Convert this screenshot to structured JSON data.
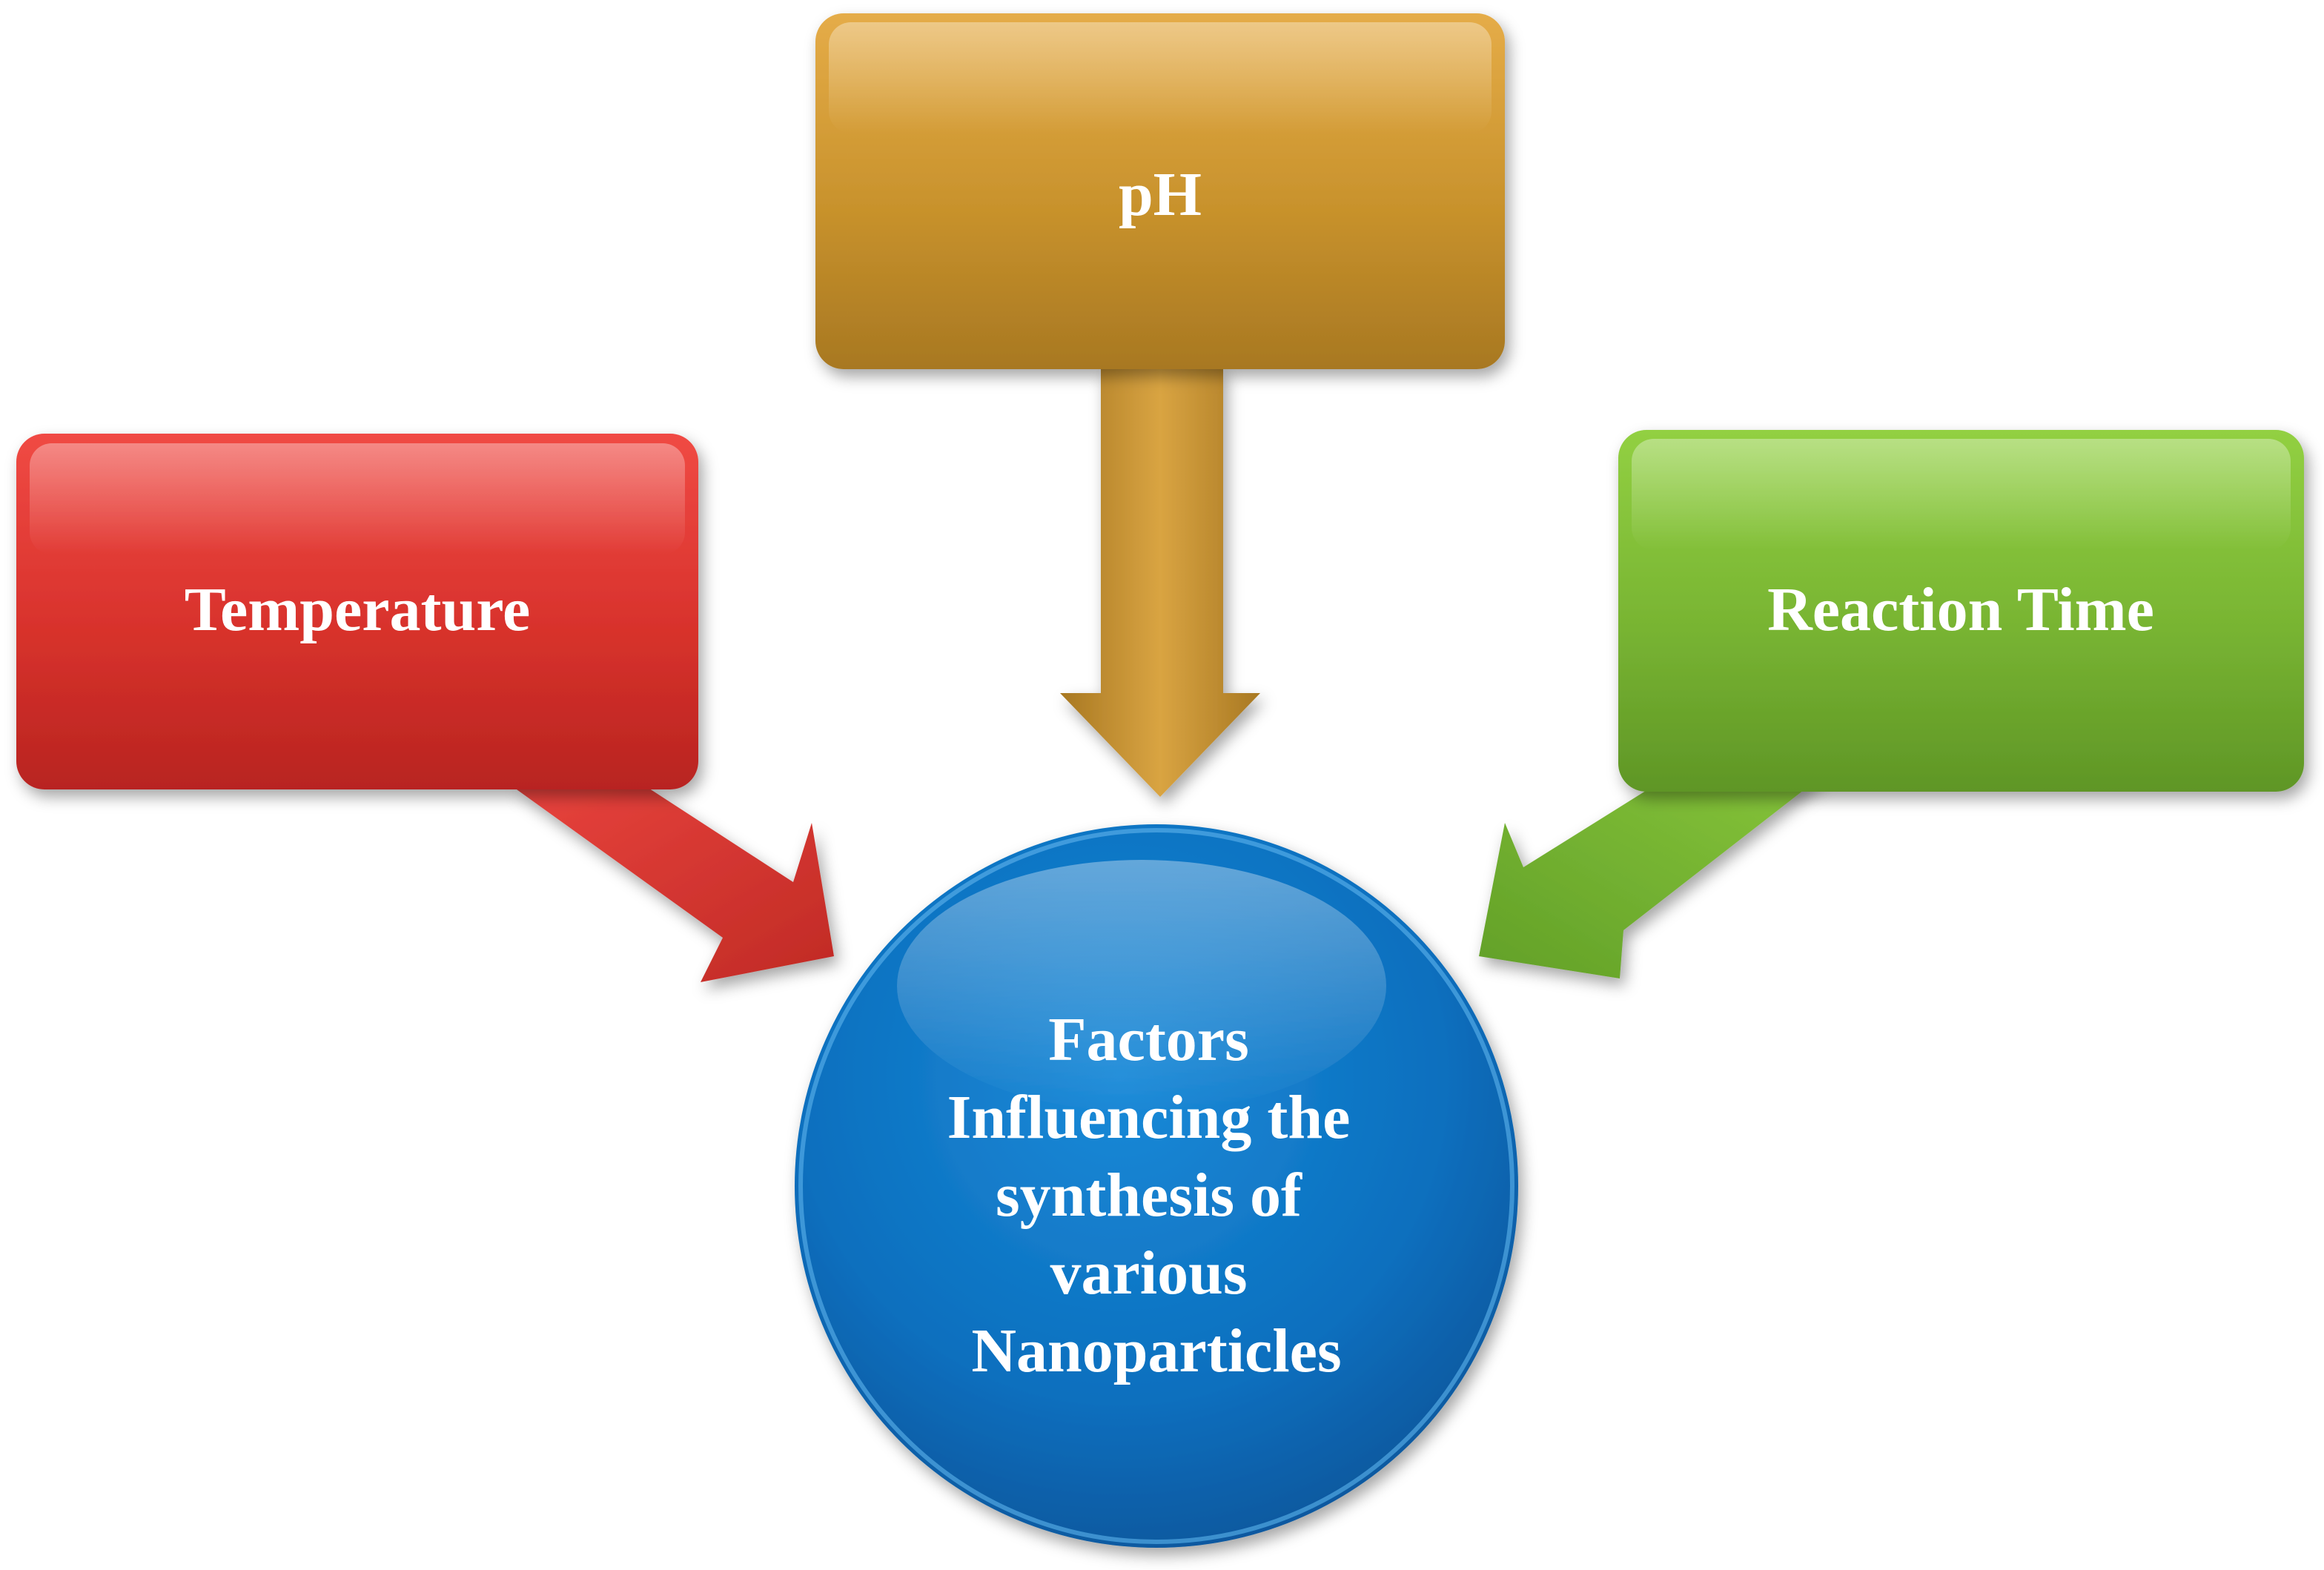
{
  "factors": {
    "temperature": {
      "label": "Temperature",
      "color": "#d93a32"
    },
    "ph": {
      "label": "pH",
      "color": "#c89530"
    },
    "reaction_time": {
      "label": "Reaction Time",
      "color": "#7cb431"
    }
  },
  "center": {
    "lines": [
      "Factors",
      "Influencing the",
      "synthesis of",
      "various",
      "Nanoparticles"
    ],
    "color": "#0b75c4"
  }
}
